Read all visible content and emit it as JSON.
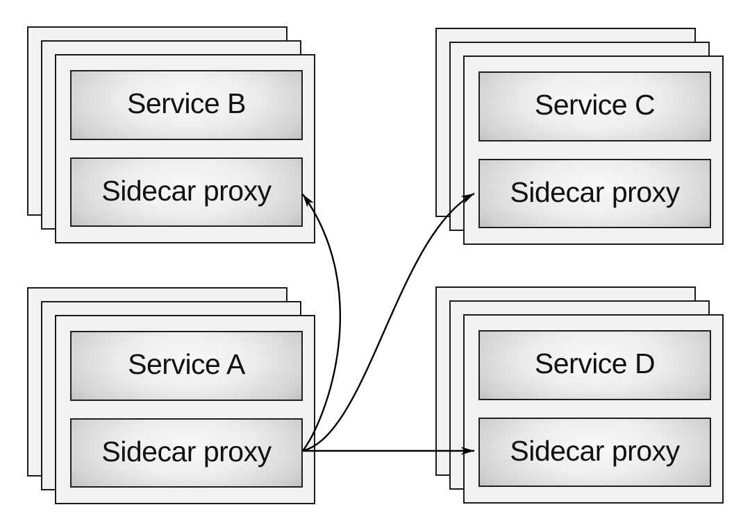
{
  "diagram": {
    "background": "#ffffff",
    "groups": [
      {
        "id": "service-b",
        "position": "top-left",
        "stack_count": 3,
        "service_label": "Service B",
        "proxy_label": "Sidecar proxy"
      },
      {
        "id": "service-c",
        "position": "top-right",
        "stack_count": 3,
        "service_label": "Service C",
        "proxy_label": "Sidecar proxy"
      },
      {
        "id": "service-a",
        "position": "bottom-left",
        "stack_count": 3,
        "service_label": "Service A",
        "proxy_label": "Sidecar proxy"
      },
      {
        "id": "service-d",
        "position": "bottom-right",
        "stack_count": 3,
        "service_label": "Service D",
        "proxy_label": "Sidecar proxy"
      }
    ],
    "connections": [
      {
        "from": "service-a-sidecar-proxy",
        "to": "service-b-sidecar-proxy"
      },
      {
        "from": "service-a-sidecar-proxy",
        "to": "service-c-sidecar-proxy"
      },
      {
        "from": "service-a-sidecar-proxy",
        "to": "service-d-sidecar-proxy"
      }
    ],
    "colors": {
      "card_fill": "#f1f2f2",
      "card_border": "#1a1a1a",
      "box_border": "#1f1f1f",
      "box_gradient_center": "#f9f9f9",
      "box_gradient_edge": "#abadad",
      "arrow": "#000000",
      "text": "#111111"
    }
  }
}
